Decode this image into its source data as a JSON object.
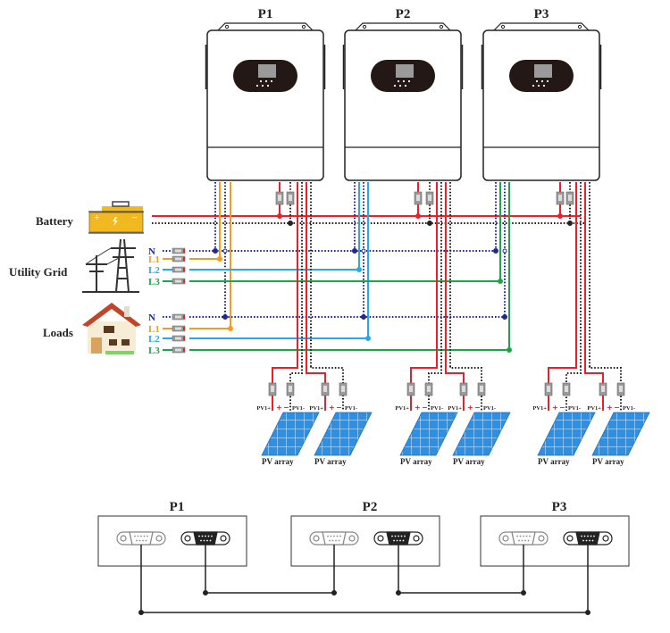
{
  "inverters": [
    {
      "id": "P1",
      "label": "P1",
      "ac_color": "#f39c1f"
    },
    {
      "id": "P2",
      "label": "P2",
      "ac_color": "#2aa7e8"
    },
    {
      "id": "P3",
      "label": "P3",
      "ac_color": "#1fa34a"
    }
  ],
  "sources": {
    "battery": {
      "label": "Battery"
    },
    "grid": {
      "label": "Utility Grid"
    },
    "loads": {
      "label": "Loads"
    }
  },
  "phases": [
    {
      "label": "N",
      "color": "#1c2a8c"
    },
    {
      "label": "L1",
      "color": "#f39c1f"
    },
    {
      "label": "L2",
      "color": "#2aa7e8"
    },
    {
      "label": "L3",
      "color": "#1fa34a"
    }
  ],
  "pv": {
    "plus_label": "PV1+",
    "minus_label": "PV1-",
    "array_label": "PV array",
    "plus_sign": "+",
    "minus_sign": "−"
  },
  "comms": [
    {
      "label": "P1"
    },
    {
      "label": "P2"
    },
    {
      "label": "P3"
    }
  ],
  "colors": {
    "dc_positive": "#e8202a",
    "dc_negative": "#222222",
    "neutral": "#1c2a8c",
    "panel": "#2f8fe0",
    "battery_body": "#f2b81f"
  }
}
